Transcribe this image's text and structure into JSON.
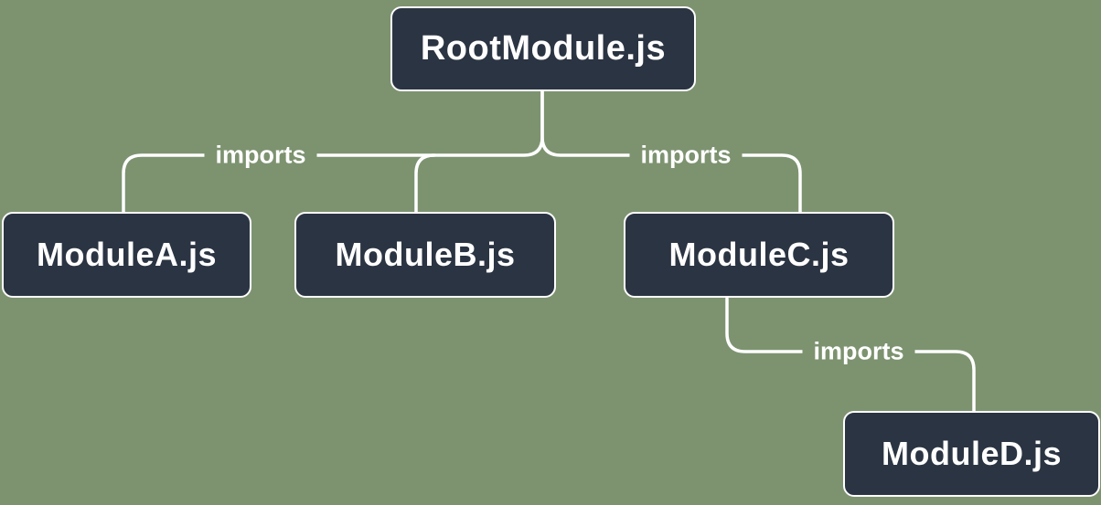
{
  "diagram": {
    "type": "module-import-tree",
    "colors": {
      "background": "#7d9370",
      "node_fill": "#2b3442",
      "node_border": "#ffffff",
      "line": "#ffffff",
      "text": "#ffffff"
    },
    "nodes": [
      {
        "label": "RootModule.js"
      },
      {
        "label": "ModuleA.js"
      },
      {
        "label": "ModuleB.js"
      },
      {
        "label": "ModuleC.js"
      },
      {
        "label": "ModuleD.js"
      }
    ],
    "edges": [
      {
        "from": "RootModule.js",
        "to": "ModuleA.js",
        "label": "imports"
      },
      {
        "from": "RootModule.js",
        "to": "ModuleB.js",
        "label": ""
      },
      {
        "from": "RootModule.js",
        "to": "ModuleC.js",
        "label": "imports"
      },
      {
        "from": "ModuleC.js",
        "to": "ModuleD.js",
        "label": "imports"
      }
    ]
  }
}
